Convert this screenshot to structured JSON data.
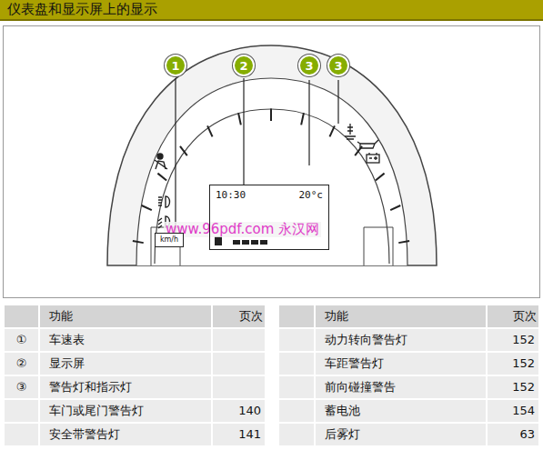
{
  "diagram": {
    "title": "仪表盘和显示屏上的显示",
    "nodes": [
      {
        "text": [
          "1"
        ]
      },
      {
        "text": [
          "2"
        ]
      },
      {
        "text": [
          "3"
        ]
      },
      {
        "text": [
          "3"
        ]
      },
      {
        "text": [
          "10:30",
          "20°c"
        ]
      },
      {
        "text": [
          "km/h"
        ]
      }
    ],
    "edges": [
      {
        "from": 0,
        "to": 5,
        "arrow": "none"
      },
      {
        "from": 1,
        "to": 4,
        "arrow": "none"
      }
    ],
    "labels": [
      "www.96pdf.com 永汉网",
      "功能",
      "页次",
      "①",
      "车速表",
      "②",
      "显示屏",
      "③",
      "警告灯和指示灯",
      "车门或尾门警告灯",
      "140",
      "安全带警告灯",
      "141",
      "功能",
      "页次",
      "动力转向警告灯",
      "152",
      "车距警告灯",
      "152",
      "前向碰撞警告",
      "152",
      "蓄电池",
      "154",
      "后雾灯",
      "63"
    ]
  }
}
